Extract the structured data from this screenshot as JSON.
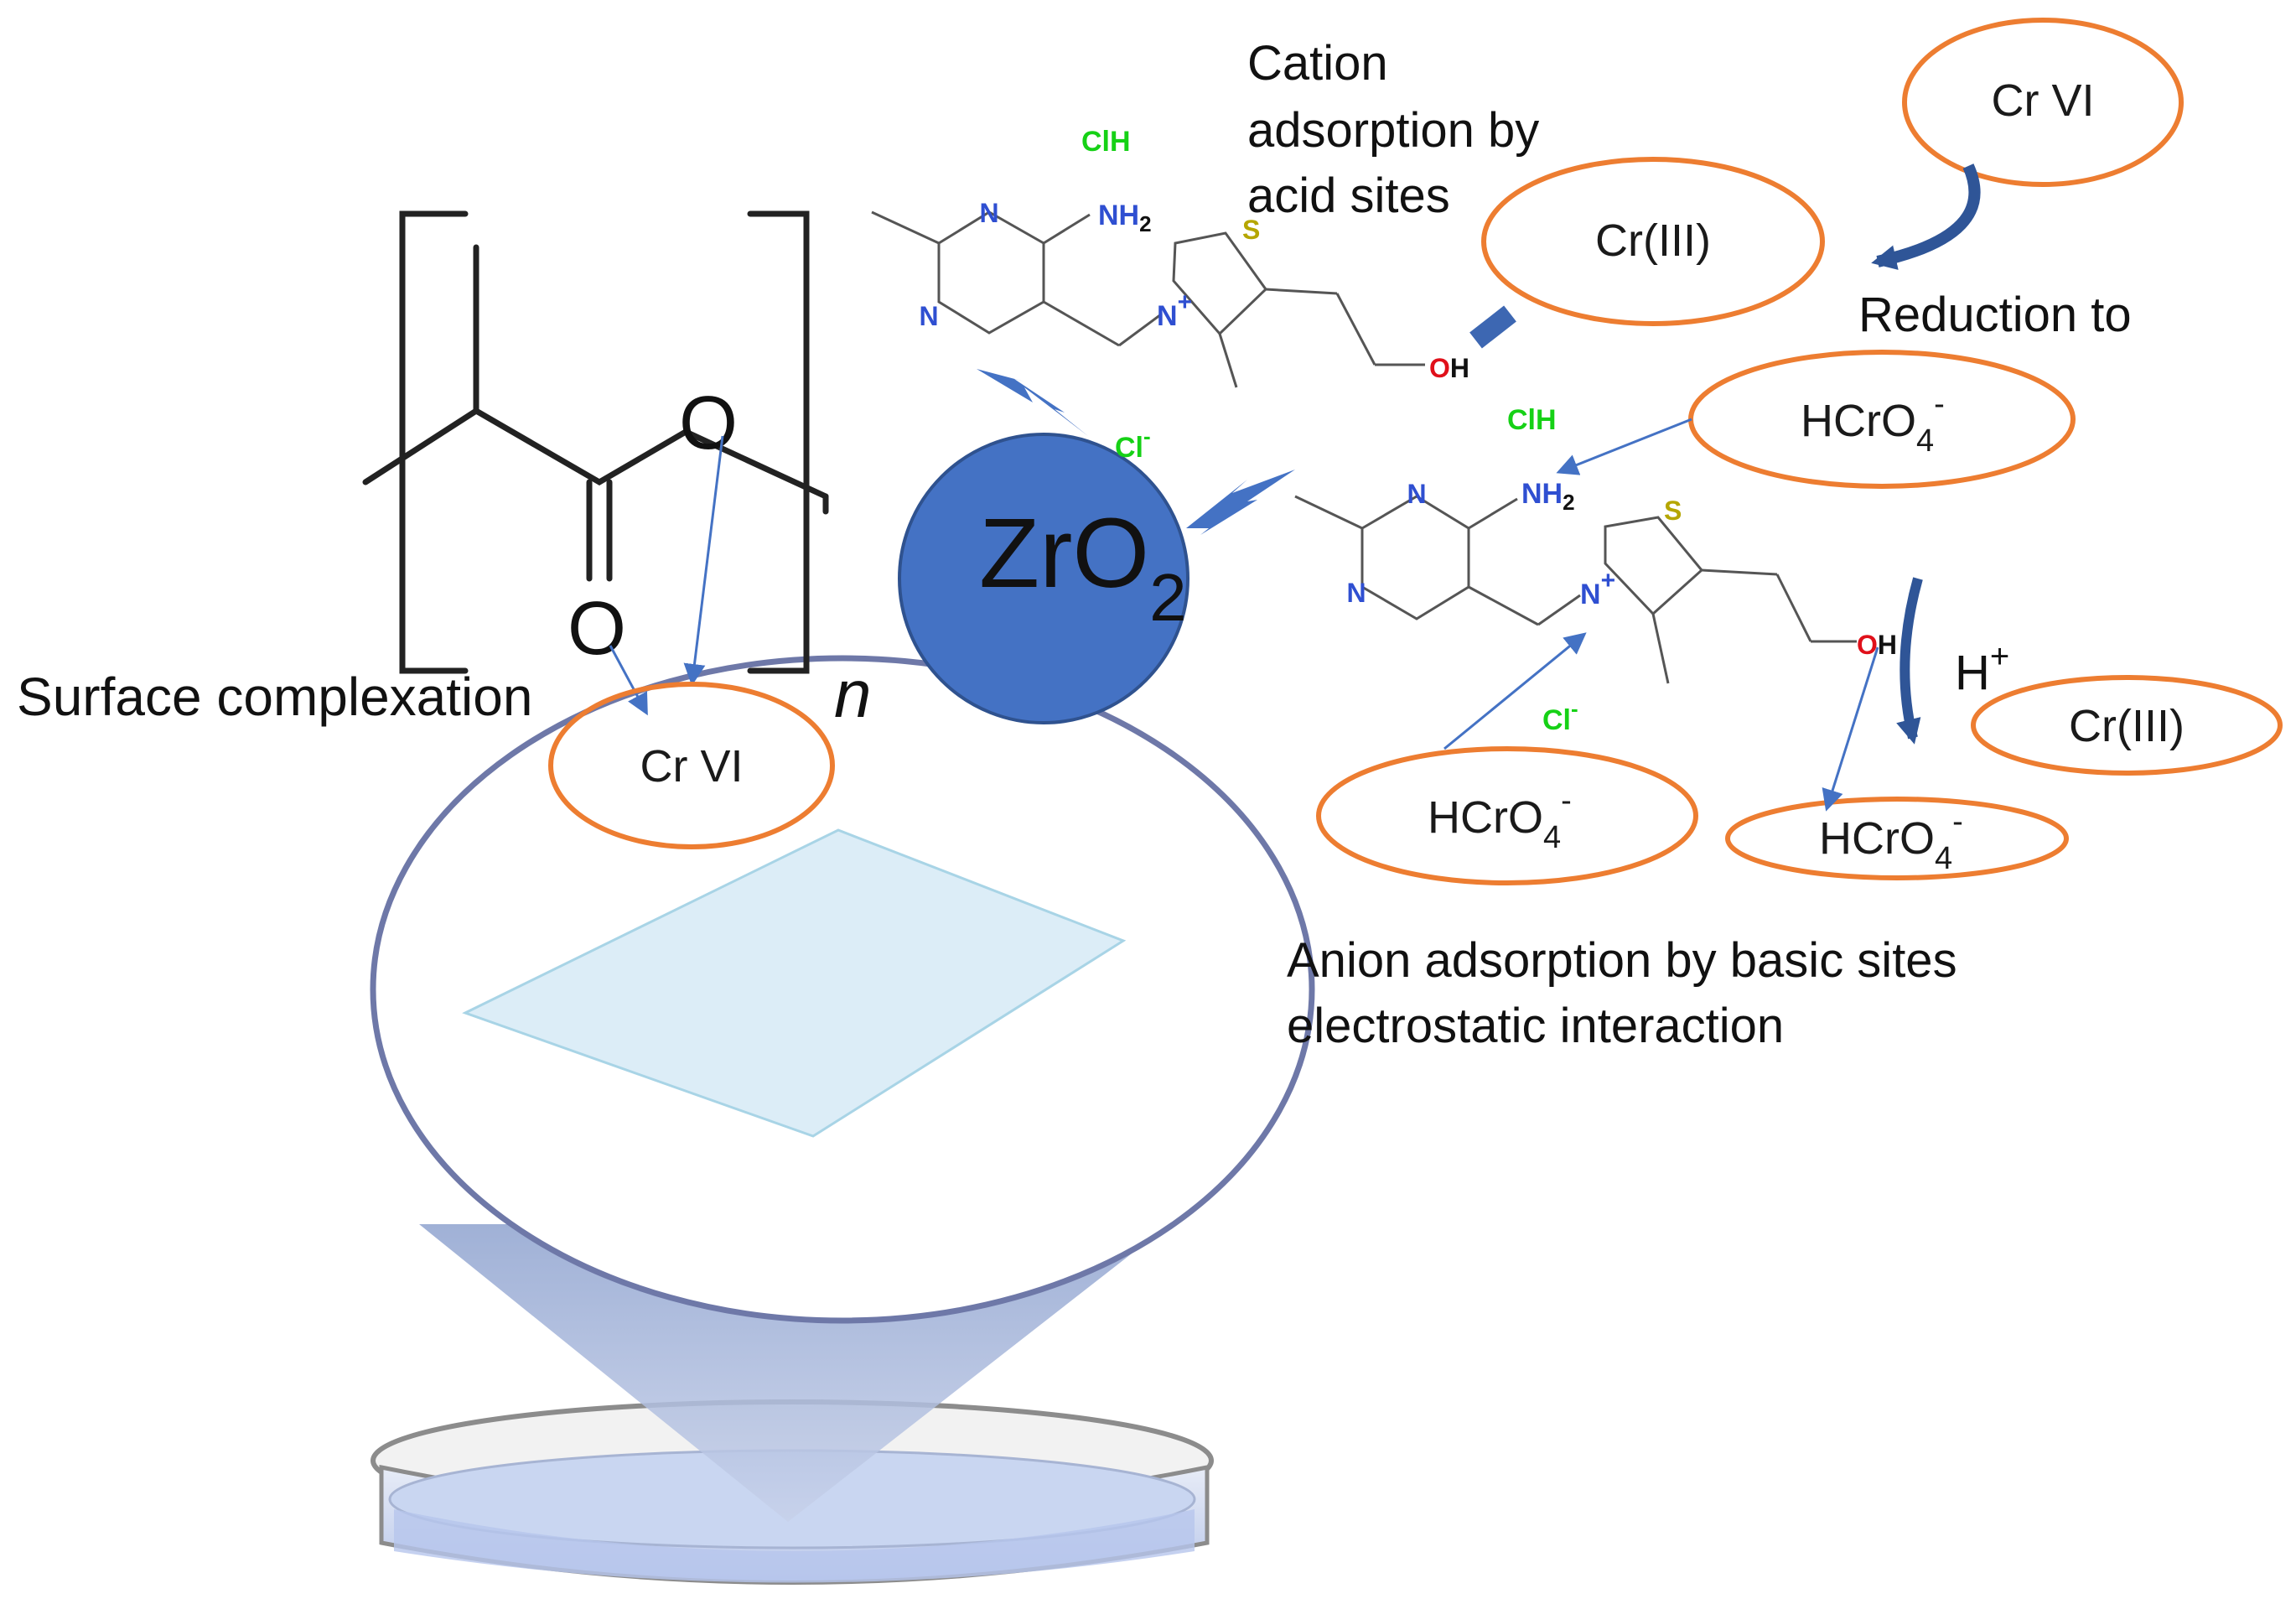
{
  "labels": {
    "cation_line1": "Cation",
    "cation_line2": "adsorption by",
    "cation_line3": "acid sites",
    "reduction": "Reduction to",
    "surface_complexation": "Surface complexation",
    "anion_line1": "Anion adsorption by basic sites",
    "anion_line2": "electrostatic interaction",
    "zro2_main": "ZrO",
    "zro2_sub": "2",
    "h_plus_base": "H",
    "h_plus_sup": "+"
  },
  "ovals": {
    "cr_vi_top": "Cr VI",
    "cr_iii_top": "Cr(III)",
    "hcro4_right_base": "HCrO",
    "hcro4_right_sub": "4",
    "hcro4_right_sup": "-",
    "hcro4_bottom_base": "HCrO",
    "hcro4_bottom_sub": "4",
    "hcro4_bottom_sup": "-",
    "hcro4_lower_base": "HCrO",
    "hcro4_lower_sub": "4",
    "hcro4_lower_sup": "-",
    "cr_iii_right": "Cr(III)",
    "cr_vi_left": "Cr VI"
  },
  "molecule": {
    "cl_h": "ClH",
    "cl": "Cl",
    "cl_sup": "-",
    "n": "N",
    "nh2": "NH",
    "nh2_sub": "2",
    "s": "S",
    "n_plus": "N",
    "plus": "+",
    "o": "O",
    "h": "H"
  },
  "polymer": {
    "o_ring": "O",
    "o_carbonyl": "O",
    "n_index": "n"
  },
  "colors": {
    "oval_stroke": "#ed7d31",
    "zro2_fill": "#4472c4",
    "arrow_blue": "#4472c4",
    "dark_arrow": "#2f5597",
    "chloride_green": "#16d116"
  }
}
